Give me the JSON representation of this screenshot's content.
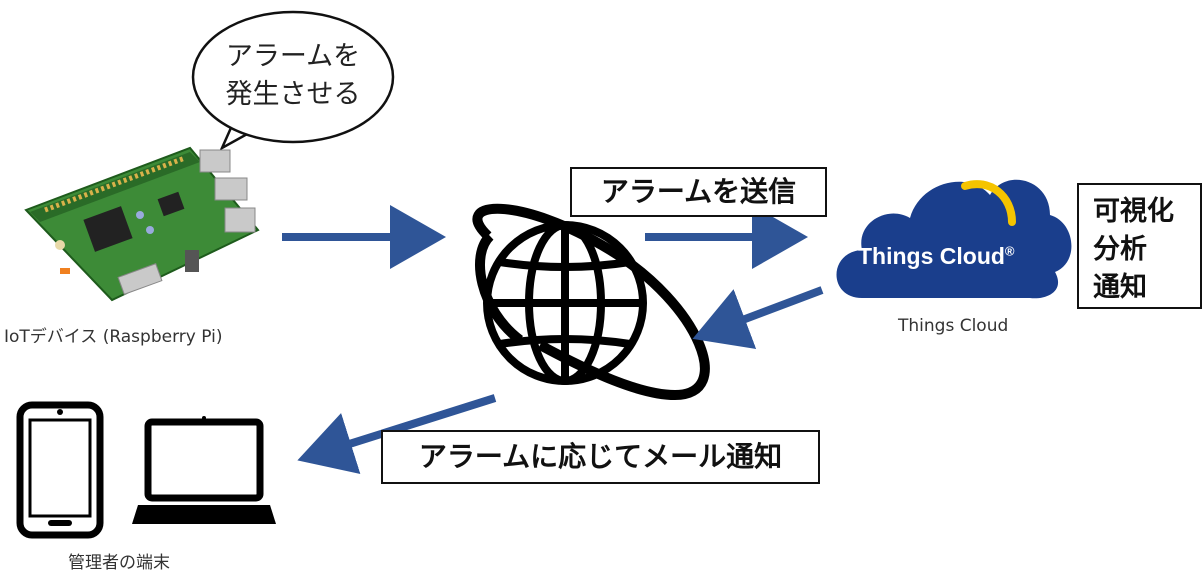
{
  "speech_bubble": {
    "line1": "アラームを",
    "line2": "発生させる"
  },
  "device": {
    "caption": "IoTデバイス (Raspberry Pi)"
  },
  "send_label": "アラームを送信",
  "cloud": {
    "logo_text": "Things Cloud",
    "registered_mark": "®",
    "caption": "Things Cloud"
  },
  "features": {
    "line1": "可視化",
    "line2": "分析",
    "line3": "通知"
  },
  "notify_label": "アラームに応じてメール通知",
  "terminal": {
    "caption": "管理者の端末"
  },
  "colors": {
    "arrow": "#2f5597",
    "cloud": "#1a3e8c",
    "cloud_accent": "#f5c400",
    "board": "#3d8b37"
  }
}
